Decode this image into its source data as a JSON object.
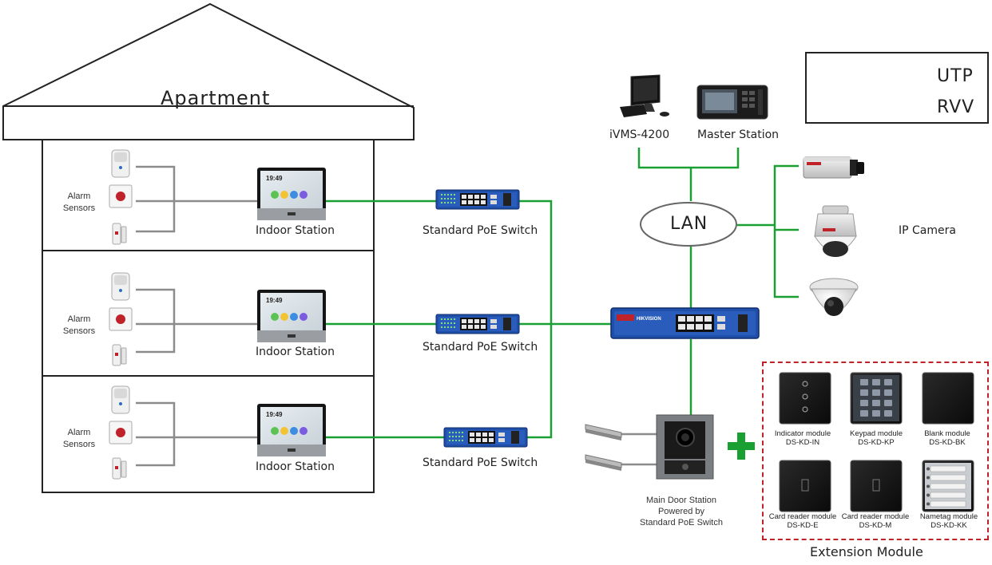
{
  "building": {
    "title": "Apartment",
    "floors": [
      {
        "sensors_label": "Alarm\nSensors",
        "station_label": "Indoor Station",
        "switch_label": "Standard PoE Switch",
        "screen_time": "19:49"
      },
      {
        "sensors_label": "Alarm\nSensors",
        "station_label": "Indoor Station",
        "switch_label": "Standard PoE Switch",
        "screen_time": "19:49"
      },
      {
        "sensors_label": "Alarm\nSensors",
        "station_label": "Indoor Station",
        "switch_label": "Standard PoE Switch",
        "screen_time": "19:49"
      }
    ]
  },
  "network": {
    "lan_label": "LAN",
    "client_label": "iVMS-4200",
    "master_label": "Master Station",
    "camera_label": "IP Camera",
    "core_switch_brand": "HIKVISION"
  },
  "door_station": {
    "label_lines": [
      "Main Door Station",
      "Powered by",
      "Standard PoE Switch"
    ]
  },
  "legend": {
    "items": [
      {
        "label": "UTP",
        "color": "#1aa032"
      },
      {
        "label": "RVV",
        "color": "#8c8c8c"
      }
    ]
  },
  "extension": {
    "title": "Extension Module",
    "plus_color": "#1aa032",
    "modules": [
      {
        "name": "Indicator module",
        "model": "DS-KD-IN",
        "kind": "indicator"
      },
      {
        "name": "Keypad module",
        "model": "DS-KD-KP",
        "kind": "keypad"
      },
      {
        "name": "Blank module",
        "model": "DS-KD-BK",
        "kind": "blank"
      },
      {
        "name": "Card reader module",
        "model": "DS-KD-E",
        "kind": "card"
      },
      {
        "name": "Card reader module",
        "model": "DS-KD-M",
        "kind": "card"
      },
      {
        "name": "Nametag module",
        "model": "DS-KD-KK",
        "kind": "nametag"
      }
    ]
  },
  "colors": {
    "utp": "#1aa032",
    "rvv": "#8c8c8c",
    "ext_border": "#c0222a",
    "switch_blue": "#1f4fa8"
  }
}
